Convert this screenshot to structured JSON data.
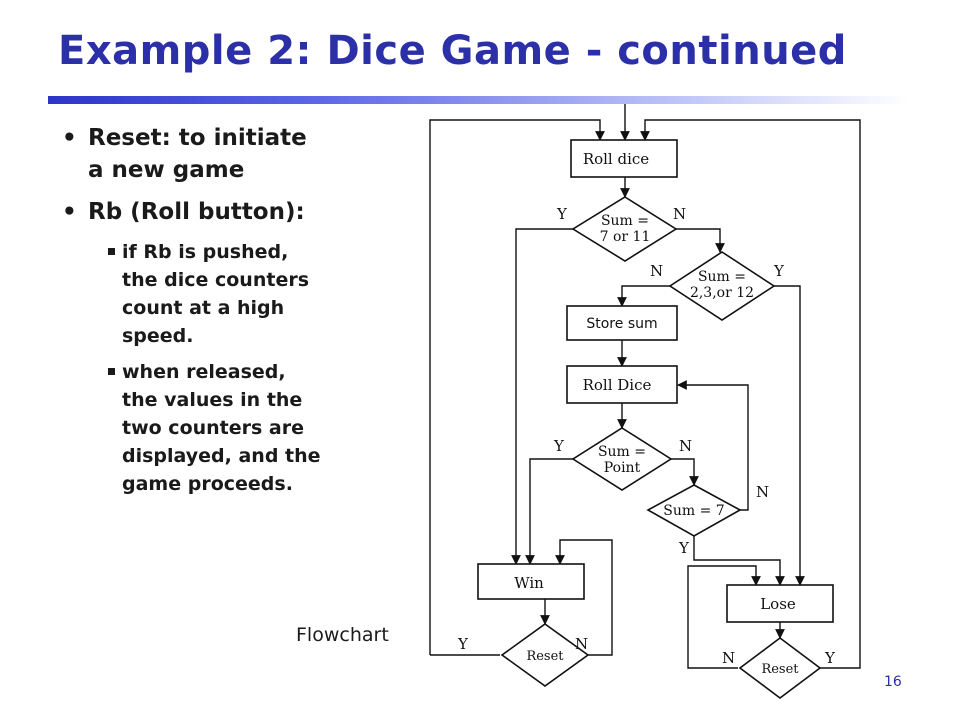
{
  "slide": {
    "title": "Example 2: Dice Game - continued",
    "page_number": "16",
    "bullets": [
      {
        "text": "Reset: to initiate a new game",
        "lines": [
          "Reset: to initiate",
          "a new game"
        ]
      },
      {
        "text": "Rb (Roll button):",
        "lines": [
          "Rb (Roll button):"
        ],
        "sub": [
          {
            "lines": [
              "if Rb is pushed,",
              "the dice counters",
              "count at a high",
              "speed."
            ]
          },
          {
            "lines": [
              "when released,",
              "the values in the",
              "two counters are",
              "displayed, and the",
              "game proceeds."
            ]
          }
        ]
      }
    ],
    "flow_label": "Flowchart"
  },
  "flowchart": {
    "roll_dice_1": "Roll dice",
    "decision_sum_7_11": [
      "Sum =",
      "7 or 11"
    ],
    "decision_sum_2_3_12": [
      "Sum =",
      "2,3,or 12"
    ],
    "store_sum": "Store sum",
    "roll_dice_2": "Roll Dice",
    "decision_sum_point": [
      "Sum =",
      "Point"
    ],
    "decision_sum_7": "Sum = 7",
    "win": "Win",
    "lose": "Lose",
    "reset_left": "Reset",
    "reset_right": "Reset",
    "yes": "Y",
    "no": "N"
  }
}
